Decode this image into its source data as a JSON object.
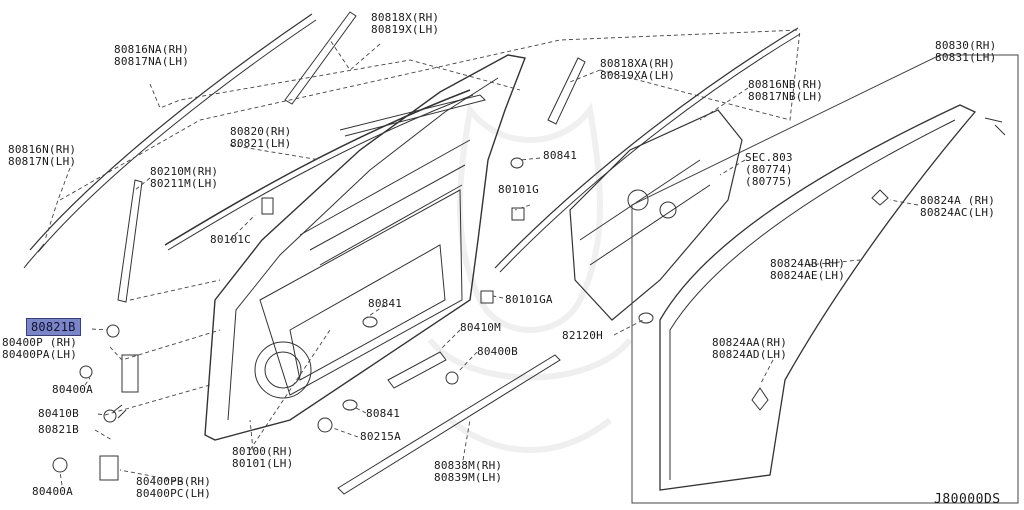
{
  "diagram": {
    "highlight_color": "#7b86c8",
    "line_color": "#333333",
    "diagram_code": "J80000DS",
    "labels": [
      {
        "id": "l_80818x",
        "lines": [
          "80818X(RH)",
          "80819X(LH)"
        ]
      },
      {
        "id": "l_80816na",
        "lines": [
          "80816NA(RH)",
          "80817NA(LH)"
        ]
      },
      {
        "id": "l_80818xa",
        "lines": [
          "80818XA(RH)",
          "80819XA(LH)"
        ]
      },
      {
        "id": "l_80816nb",
        "lines": [
          "80816NB(RH)",
          "80817NB(LH)"
        ]
      },
      {
        "id": "l_80830",
        "lines": [
          "80830(RH)",
          "80831(LH)"
        ]
      },
      {
        "id": "l_80816n",
        "lines": [
          "80816N(RH)",
          "80817N(LH)"
        ]
      },
      {
        "id": "l_80820",
        "lines": [
          "80820(RH)",
          "80821(LH)"
        ]
      },
      {
        "id": "l_80210m",
        "lines": [
          "80210M(RH)",
          "80211M(LH)"
        ]
      },
      {
        "id": "l_80841a",
        "lines": [
          "80841"
        ]
      },
      {
        "id": "l_80101g",
        "lines": [
          "80101G"
        ]
      },
      {
        "id": "l_sec803",
        "lines": [
          "SEC.803",
          "(80774)",
          "(80775)"
        ]
      },
      {
        "id": "l_80101c",
        "lines": [
          "80101C"
        ]
      },
      {
        "id": "l_80824a",
        "lines": [
          "80824A (RH)",
          "80824AC(LH)"
        ]
      },
      {
        "id": "l_80841b",
        "lines": [
          "80841"
        ]
      },
      {
        "id": "l_80101ga",
        "lines": [
          "80101GA"
        ]
      },
      {
        "id": "l_80824ab",
        "lines": [
          "80824AB(RH)",
          "80824AE(LH)"
        ]
      },
      {
        "id": "l_80821b_hl",
        "lines": [
          "80821B"
        ]
      },
      {
        "id": "l_80410m",
        "lines": [
          "80410M"
        ]
      },
      {
        "id": "l_82120h",
        "lines": [
          "82120H"
        ]
      },
      {
        "id": "l_80400p",
        "lines": [
          "80400P (RH)",
          "80400PA(LH)"
        ]
      },
      {
        "id": "l_80400b",
        "lines": [
          "80400B"
        ]
      },
      {
        "id": "l_80824aa",
        "lines": [
          "80824AA(RH)",
          "80824AD(LH)"
        ]
      },
      {
        "id": "l_80400a1",
        "lines": [
          "80400A"
        ]
      },
      {
        "id": "l_80841c",
        "lines": [
          "80841"
        ]
      },
      {
        "id": "l_80410b",
        "lines": [
          "80410B"
        ]
      },
      {
        "id": "l_80821b",
        "lines": [
          "80821B"
        ]
      },
      {
        "id": "l_80215a",
        "lines": [
          "80215A"
        ]
      },
      {
        "id": "l_80100",
        "lines": [
          "80100(RH)",
          "80101(LH)"
        ]
      },
      {
        "id": "l_80838m",
        "lines": [
          "80838M(RH)",
          "80839M(LH)"
        ]
      },
      {
        "id": "l_80400pb",
        "lines": [
          "80400PB(RH)",
          "80400PC(LH)"
        ]
      },
      {
        "id": "l_80400a2",
        "lines": [
          "80400A"
        ]
      }
    ]
  }
}
